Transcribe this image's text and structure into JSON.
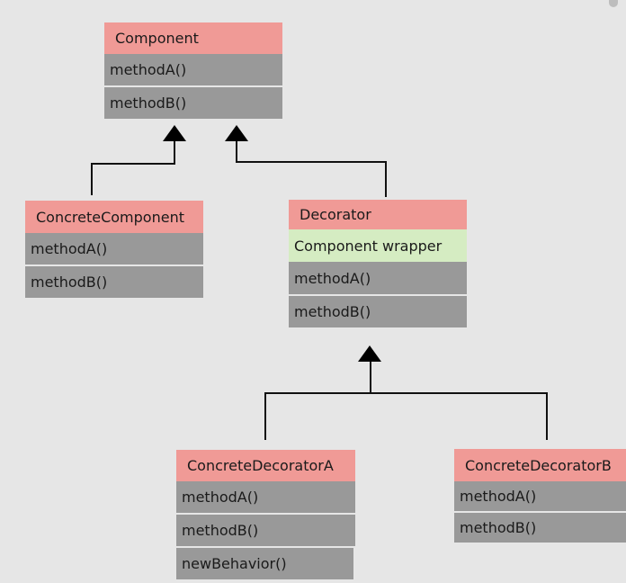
{
  "colors": {
    "background": "#e6e6e6",
    "class_header": "#f09a96",
    "method_row": "#999999",
    "field_row": "#d5ecc2",
    "row_separator": "#e6e6e6",
    "line": "#111111"
  },
  "classes": {
    "component": {
      "name": "Component",
      "methods": [
        "methodA()",
        "methodB()"
      ]
    },
    "concrete_component": {
      "name": "ConcreteComponent",
      "methods": [
        "methodA()",
        "methodB()"
      ]
    },
    "decorator": {
      "name": "Decorator",
      "fields": [
        "Component wrapper"
      ],
      "methods": [
        "methodA()",
        "methodB()"
      ]
    },
    "concrete_decorator_a": {
      "name": "ConcreteDecoratorA",
      "methods": [
        "methodA()",
        "methodB()",
        "newBehavior()"
      ]
    },
    "concrete_decorator_b": {
      "name": "ConcreteDecoratorB",
      "methods": [
        "methodA()",
        "methodB()"
      ]
    }
  },
  "relations": [
    {
      "from": "concrete_component",
      "to": "component",
      "type": "inheritance"
    },
    {
      "from": "decorator",
      "to": "component",
      "type": "inheritance"
    },
    {
      "from": "concrete_decorator_a",
      "to": "decorator",
      "type": "inheritance"
    },
    {
      "from": "concrete_decorator_b",
      "to": "decorator",
      "type": "inheritance"
    }
  ]
}
